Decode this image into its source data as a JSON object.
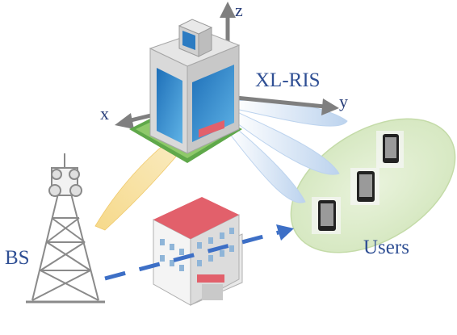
{
  "labels": {
    "axis_z": "z",
    "axis_x": "x",
    "axis_y": "y",
    "ris": "XL-RIS",
    "bs": "BS",
    "users": "Users"
  },
  "icons": [
    "building-icon",
    "base-station-tower-icon",
    "hospital-building-icon",
    "smartphone-icon"
  ],
  "colors": {
    "label_text": "#2f4f94",
    "axis": "#7f7f7f",
    "bs_beam": "#f6d98a",
    "user_beam": "#c9ddf2",
    "user_ellipse": "#dcebc7",
    "blocked_link": "#3d6fc6",
    "hospital_roof": "#e2606b"
  },
  "caption": ""
}
